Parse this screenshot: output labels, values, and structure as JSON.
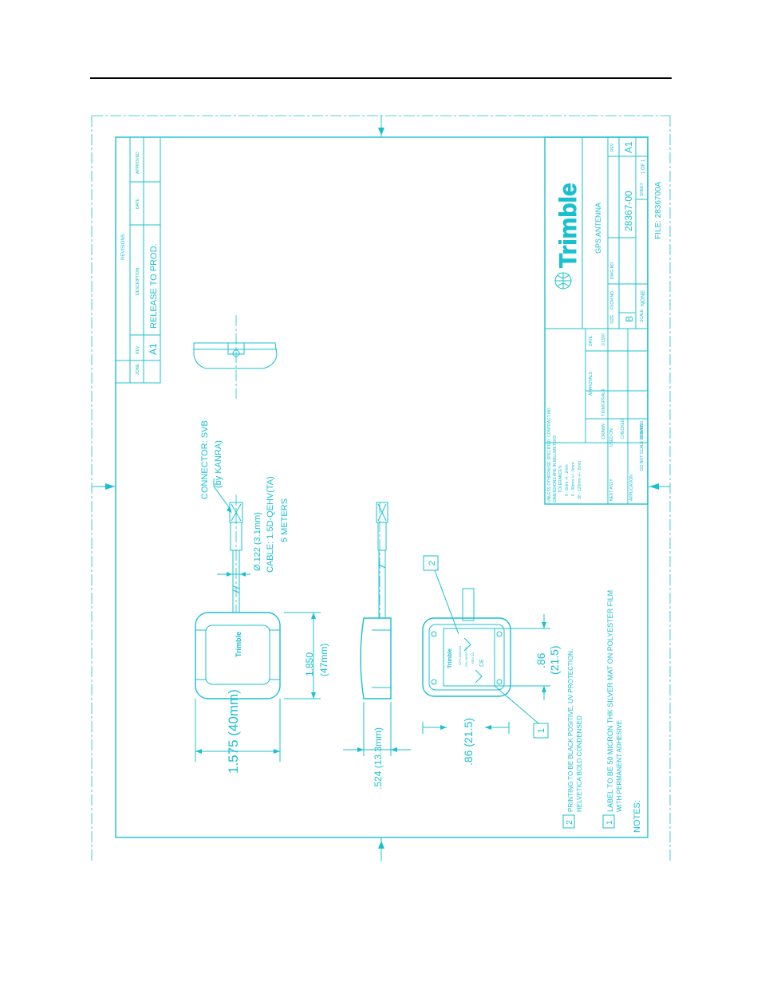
{
  "title_block": {
    "company": "Trimble",
    "title": "GPS ANTENNA",
    "dwg_no": "28367-00",
    "rev": "A1",
    "size": "B",
    "scale": "NONE",
    "sheet": "1 OF 1",
    "file": "FILE: 2836700A",
    "labels": {
      "size": "SIZE",
      "fscm": "FSCM NO.",
      "dwg_no": "DWG NO.",
      "rev": "REV",
      "scale": "SCALE",
      "sheet": "SHEET"
    },
    "tolerance_lines": [
      "UNLESS OTHERWISE SPECIFIED",
      "DIMENSIONS ARE IN MILLIMETERS",
      "TOLERANCES:",
      "0 - 6mm  +/- .2mm",
      "6 - 30mm  +/- .5mm",
      "30 - 120mm +/- .8mm"
    ],
    "contract_no": "CONTRACT NO.",
    "approvals": "APPROVALS",
    "date": "DATE",
    "drawn": "DRAWN",
    "drawn_by": "T.KIM/GPRALA",
    "drawn_date": "1/13/97",
    "checked": "CHECKED",
    "issued": "ISSUED",
    "next_assy": "NEXT ASSY",
    "used_on": "USED ON",
    "application": "APPLICATION",
    "do_not_scale": "DO NOT SCALE DRAWING"
  },
  "revisions": {
    "header": "REVISIONS",
    "columns": {
      "zone": "ZONE",
      "rev": "REV",
      "description": "DESCRIPTION",
      "date": "DATE",
      "approved": "APPROVED"
    },
    "rows": [
      {
        "rev": "A1",
        "description": "RELEASE TO PROD."
      }
    ]
  },
  "dimensions": {
    "width": "1.575 (40mm)",
    "length": "1.850",
    "length_mm": "(47mm)",
    "height": ".524 (13.3mm)",
    "label_w": ".86 (21.5)",
    "label_h": ".86",
    "label_h_mm": "(21.5)"
  },
  "callouts": {
    "connector": "CONNECTOR: SVB",
    "connector_by": "(by KANRA)",
    "cable_dia": "Ø.122 (3.1mm)",
    "cable_type": "CABLE: 1.5D-QEHV(TA)",
    "cable_len": "5 METERS",
    "flag_2": "2",
    "flag_1": "1"
  },
  "label_artwork": {
    "brand": "Trimble",
    "line1": "GPS Antenna",
    "line2": "P/N 28367-00",
    "line3": "REV A1"
  },
  "notes": {
    "heading": "NOTES:",
    "n1_num": "1",
    "n1_text": "LABEL TO BE 50 MICRON THK SILVER MAT ON POLYESTER FILM",
    "n1_text2": "WITH PERMANENT ADHESIVE",
    "n2_num": "2",
    "n2_text": "PRINTING TO BE BLACK POSITIVE, UV PROTECTION,",
    "n2_text2": "HELVETICA BOLD CONDENSED"
  }
}
